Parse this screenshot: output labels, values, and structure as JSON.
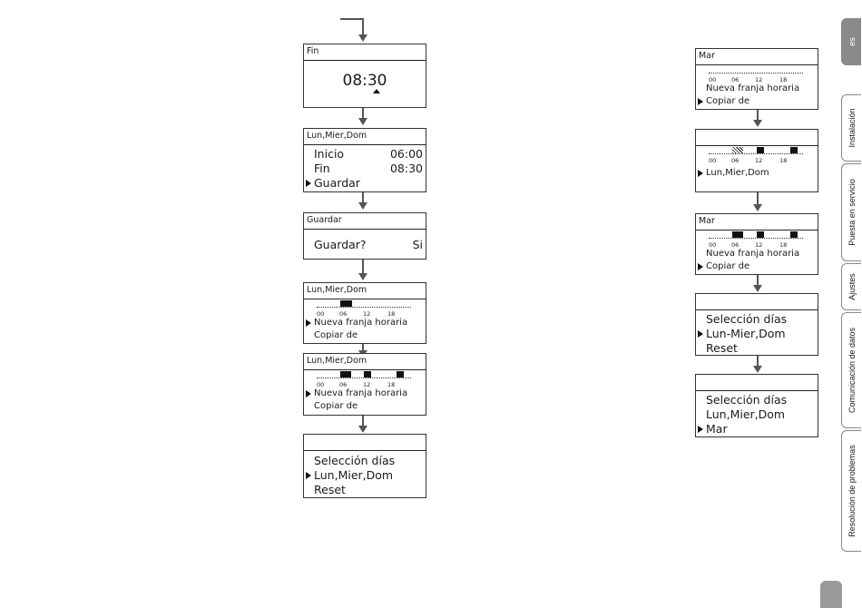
{
  "left": {
    "s1": {
      "title": "Fin",
      "time_h": "08:",
      "time_m": "30"
    },
    "s2": {
      "title": "Lun,Mier,Dom",
      "rows": [
        {
          "label": "Inicio",
          "value": "06:00"
        },
        {
          "label": "Fin",
          "value": "08:30"
        },
        {
          "label": "Guardar",
          "value": ""
        }
      ]
    },
    "s3": {
      "title": "Guardar",
      "question": "Guardar?",
      "answer": "Si"
    },
    "s4": {
      "title": "Lun,Mier,Dom",
      "item1": "Nueva franja horaria",
      "item2": "Copiar de"
    },
    "s5": {
      "title": "Lun,Mier,Dom",
      "item1": "Nueva franja horaria",
      "item2": "Copiar de"
    },
    "s6": {
      "item1": "Selección días",
      "item2": "Lun,Mier,Dom",
      "item3": "Reset"
    }
  },
  "right": {
    "s1": {
      "title": "Mar",
      "item1": "Nueva franja horaria",
      "item2": "Copiar de"
    },
    "s2": {
      "item1": "Lun,Mier,Dom"
    },
    "s3": {
      "title": "Mar",
      "item1": "Nueva franja horaria",
      "item2": "Copiar de"
    },
    "s4": {
      "item1": "Selección días",
      "item2": "Lun-Mier,Dom",
      "item3": "Reset"
    },
    "s5": {
      "item1": "Selección días",
      "item2": "Lun,Mier,Dom",
      "item3": "Mar"
    }
  },
  "ticks": [
    "00",
    "06",
    "12",
    "18"
  ],
  "tabs": [
    {
      "label": "es",
      "active": true
    },
    {
      "label": "Instalación",
      "active": false
    },
    {
      "label": "Puesta en servicio",
      "active": false
    },
    {
      "label": "Ajustes",
      "active": false
    },
    {
      "label": "Comunicación de datos",
      "active": false
    },
    {
      "label": "Resolución de problemas",
      "active": false
    }
  ]
}
